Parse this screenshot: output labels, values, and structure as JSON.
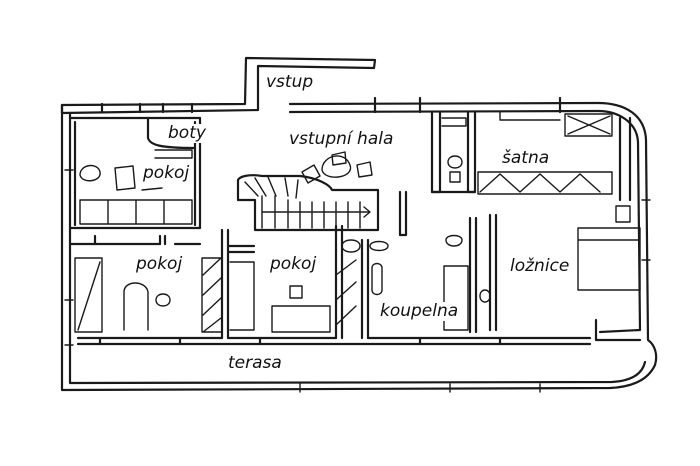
{
  "rooms": {
    "vstup": "vstup",
    "boty": "boty",
    "vstupni_hala": "vstupní hala",
    "satna": "šatna",
    "pokoj_top": "pokoj",
    "pokoj_left": "pokoj",
    "pokoj_mid": "pokoj",
    "loznice": "ložnice",
    "koupelna": "koupelna",
    "terasa": "terasa"
  }
}
